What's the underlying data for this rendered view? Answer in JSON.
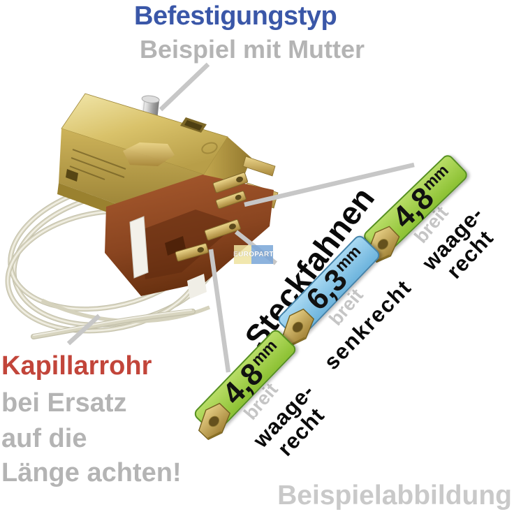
{
  "header": {
    "title": "Befestigungstyp",
    "subtitle": "Beispiel mit Mutter"
  },
  "labels": {
    "steckfahnen": "Steckfahnen"
  },
  "badges": {
    "top_right": {
      "value": "4,8",
      "unit": "mm",
      "width_word": "breit",
      "orientation": [
        "waage-",
        "recht"
      ],
      "color": "#8cc133"
    },
    "middle": {
      "value": "6,3",
      "unit": "mm",
      "width_word": "breit",
      "orientation": [
        "senkrecht"
      ],
      "color": "#6db4dd"
    },
    "bottom_left": {
      "value": "4,8",
      "unit": "mm",
      "width_word": "breit",
      "orientation": [
        "waage-",
        "recht"
      ],
      "color": "#8cc133"
    }
  },
  "capillary_note": {
    "title": "Kapillarrohr",
    "lines": [
      "bei Ersatz",
      "auf die",
      "Länge achten!"
    ]
  },
  "footer_note": "Beispielabbildung",
  "watermark": "EUROPART",
  "colors": {
    "title_blue": "#3a57a8",
    "gray_text": "#b4b4b4",
    "light_gray_text": "#c9c9c9",
    "red_text": "#c2453a",
    "pointer_line": "#c7c7c7",
    "green_badge": "#8cc133",
    "blue_badge": "#6db4dd",
    "brass": "#c9ad52",
    "bakelite": "#8a4520"
  }
}
